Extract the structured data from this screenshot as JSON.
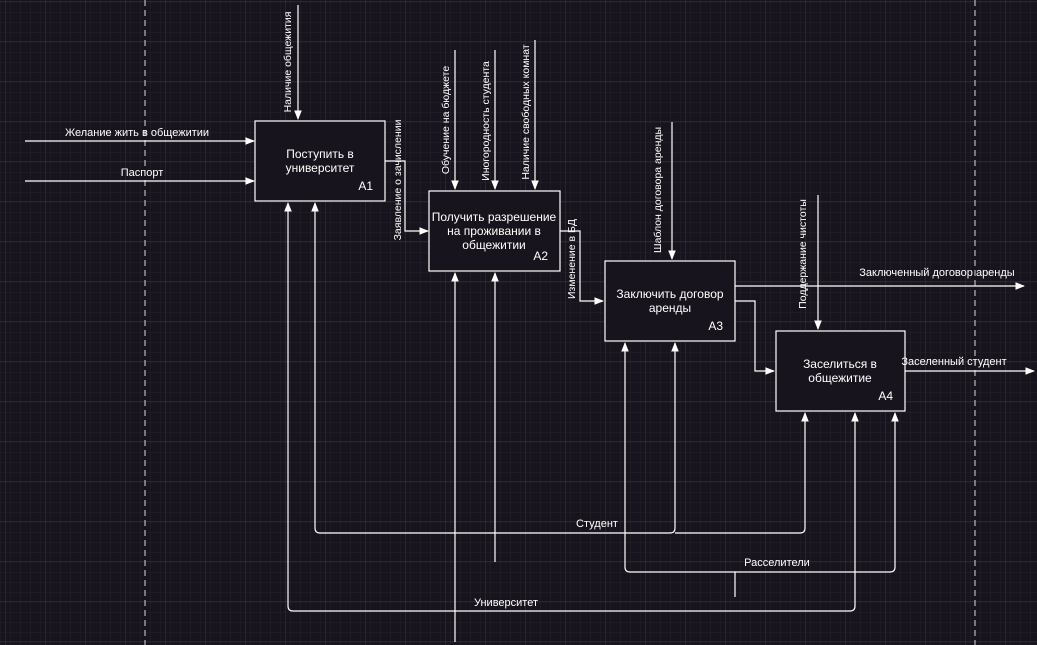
{
  "colors": {
    "background": "#18141d",
    "grid_minor": "#26222b",
    "grid_major": "#3a3540",
    "line": "#ffffff",
    "box_fill": "#18141d"
  },
  "blocks": {
    "a1": {
      "title_line1": "Поступить в",
      "title_line2": "университет",
      "code": "A1"
    },
    "a2": {
      "title_line1": "Получить разрешение",
      "title_line2": "на проживании в",
      "title_line3": "общежитии",
      "code": "A2"
    },
    "a3": {
      "title_line1": "Заключить договор",
      "title_line2": "аренды",
      "code": "A3"
    },
    "a4": {
      "title_line1": "Заселиться в",
      "title_line2": "общежитие",
      "code": "A4"
    }
  },
  "inputs": {
    "desire": "Желание жить в общежитии",
    "passport": "Паспорт"
  },
  "controls": {
    "dorm_available": "Наличие общежития",
    "budget_study": "Обучение на бюджете",
    "nonresident": "Иногородность студента",
    "free_rooms": "Наличие свободных комнат",
    "contract_template": "Шаблон договора аренды",
    "cleanliness": "Поддержание чистоты"
  },
  "flows": {
    "enrollment_statement": "Заявление о зачислении",
    "db_change": "Изменение в БД"
  },
  "outputs": {
    "contract": "Заключенный договор аренды",
    "settled_student": "Заселенный студент"
  },
  "mechanisms": {
    "student": "Студент",
    "settlers": "Расселители",
    "university": "Университет"
  }
}
